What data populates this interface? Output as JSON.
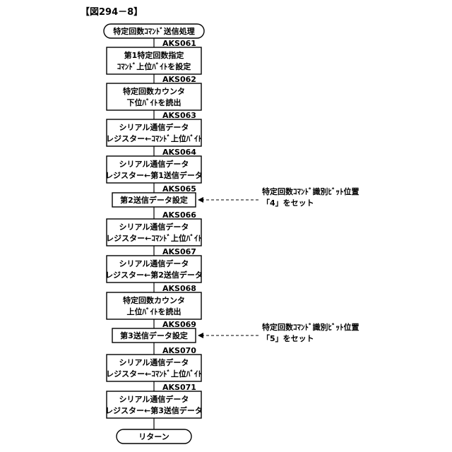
{
  "figure_title": "【図294－8】",
  "start_label": "特定回数ｺﾏﾝﾄﾞ送信処理",
  "end_label": "リターン",
  "steps": [
    {
      "code": "AKS061",
      "lines": [
        "第1特定回数指定",
        "ｺﾏﾝﾄﾞ上位ﾊﾞｲﾄを設定"
      ]
    },
    {
      "code": "AKS062",
      "lines": [
        "特定回数カウンタ",
        "下位ﾊﾞｲﾄを読出"
      ]
    },
    {
      "code": "AKS063",
      "lines": [
        "シリアル通信データ",
        "レジスター←ｺﾏﾝﾄﾞ上位ﾊﾞｲﾄ"
      ]
    },
    {
      "code": "AKS064",
      "lines": [
        "シリアル通信データ",
        "レジスター←第1送信データ"
      ]
    },
    {
      "code": "AKS065",
      "lines": [
        "第2送信データ設定"
      ]
    },
    {
      "code": "AKS066",
      "lines": [
        "シリアル通信データ",
        "レジスター←ｺﾏﾝﾄﾞ上位ﾊﾞｲﾄ"
      ]
    },
    {
      "code": "AKS067",
      "lines": [
        "シリアル通信データ",
        "レジスター←第2送信データ"
      ]
    },
    {
      "code": "AKS068",
      "lines": [
        "特定回数カウンタ",
        "上位ﾊﾞｲﾄを読出"
      ]
    },
    {
      "code": "AKS069",
      "lines": [
        "第3送信データ設定"
      ]
    },
    {
      "code": "AKS070",
      "lines": [
        "シリアル通信データ",
        "レジスター←ｺﾏﾝﾄﾞ上位ﾊﾞｲﾄ"
      ]
    },
    {
      "code": "AKS071",
      "lines": [
        "シリアル通信データ",
        "レジスター←第3送信データ"
      ]
    }
  ],
  "notes": [
    {
      "step": "AKS065",
      "lines": [
        "特定回数ｺﾏﾝﾄﾞ識別ﾋﾞｯﾄ位置",
        "「4」をセット"
      ]
    },
    {
      "step": "AKS069",
      "lines": [
        "特定回数ｺﾏﾝﾄﾞ識別ﾋﾞｯﾄ位置",
        "「5」をセット"
      ]
    }
  ]
}
